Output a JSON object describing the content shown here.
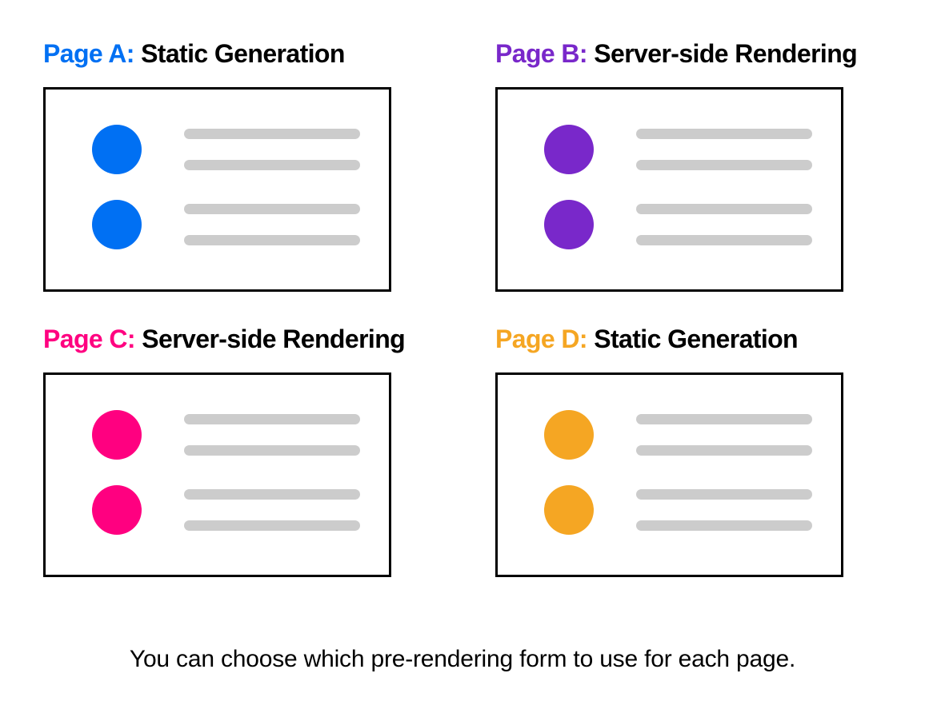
{
  "diagram": {
    "caption": "You can choose which pre-rendering form to use for each page.",
    "colors": {
      "page_a_accent": "#0070f3",
      "page_b_accent": "#7928ca",
      "page_c_accent": "#ff0080",
      "page_d_accent": "#f5a623",
      "placeholder_bar": "#cccccc",
      "card_border": "#000000",
      "text": "#000000",
      "background": "#ffffff"
    },
    "pages": [
      {
        "id": "page-a",
        "label": "Page A:",
        "mode": "Static Generation",
        "accent": "#0070f3",
        "rows": [
          {
            "avatar": "avatar-circle",
            "lines": [
              "placeholder-line",
              "placeholder-line"
            ]
          },
          {
            "avatar": "avatar-circle",
            "lines": [
              "placeholder-line",
              "placeholder-line"
            ]
          }
        ]
      },
      {
        "id": "page-b",
        "label": "Page B:",
        "mode": "Server-side Rendering",
        "accent": "#7928ca",
        "rows": [
          {
            "avatar": "avatar-circle",
            "lines": [
              "placeholder-line",
              "placeholder-line"
            ]
          },
          {
            "avatar": "avatar-circle",
            "lines": [
              "placeholder-line",
              "placeholder-line"
            ]
          }
        ]
      },
      {
        "id": "page-c",
        "label": "Page C:",
        "mode": "Server-side Rendering",
        "accent": "#ff0080",
        "rows": [
          {
            "avatar": "avatar-circle",
            "lines": [
              "placeholder-line",
              "placeholder-line"
            ]
          },
          {
            "avatar": "avatar-circle",
            "lines": [
              "placeholder-line",
              "placeholder-line"
            ]
          }
        ]
      },
      {
        "id": "page-d",
        "label": "Page D:",
        "mode": "Static Generation",
        "accent": "#f5a623",
        "rows": [
          {
            "avatar": "avatar-circle",
            "lines": [
              "placeholder-line",
              "placeholder-line"
            ]
          },
          {
            "avatar": "avatar-circle",
            "lines": [
              "placeholder-line",
              "placeholder-line"
            ]
          }
        ]
      }
    ]
  }
}
